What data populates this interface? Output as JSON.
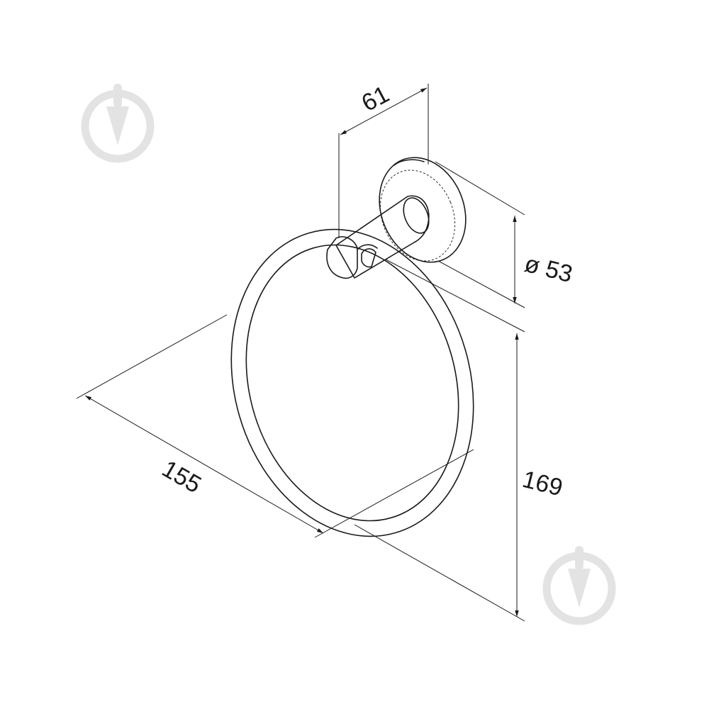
{
  "dimensions": {
    "depth": "61",
    "diameter": "ø 53",
    "width": "155",
    "height": "169"
  },
  "watermark": {
    "icon": "brand-drop-icon",
    "color": "#e3e3e3"
  },
  "colors": {
    "line": "#1a1a1a",
    "background": "#ffffff"
  }
}
